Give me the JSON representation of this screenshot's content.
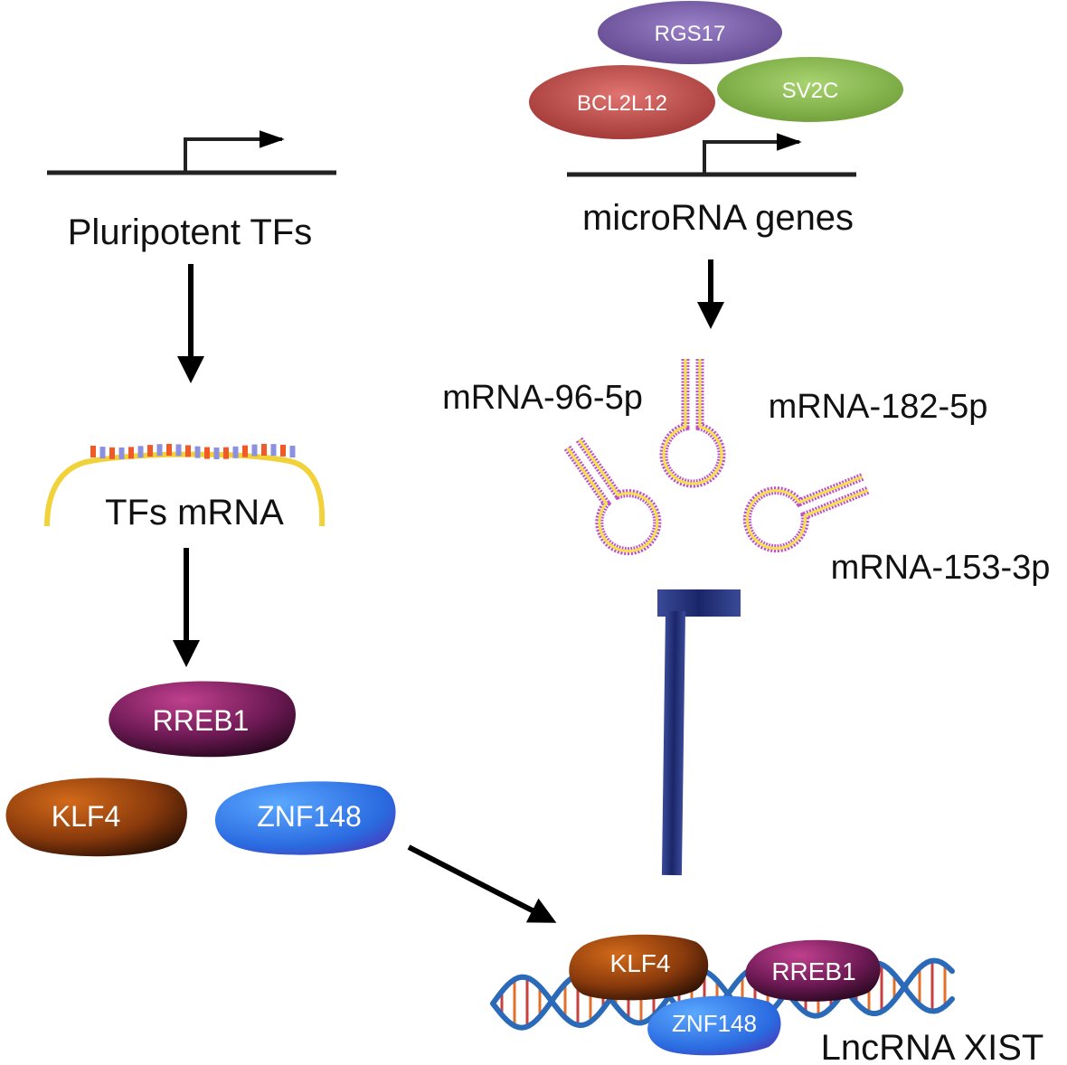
{
  "left_pathway": {
    "gene_label": "Pluripotent TFs",
    "mrna_label": "TFs mRNA",
    "proteins": [
      "RREB1",
      "KLF4",
      "ZNF148"
    ]
  },
  "right_pathway": {
    "regulators": [
      "RGS17",
      "BCL2L12",
      "SV2C"
    ],
    "gene_label": "microRNA genes",
    "mirnas": [
      "mRNA-96-5p",
      "mRNA-182-5p",
      "mRNA-153-3p"
    ]
  },
  "target": {
    "label": "LncRNA XIST",
    "bound_proteins": [
      "KLF4",
      "RREB1",
      "ZNF148"
    ]
  },
  "colors": {
    "rreb1": "#7a1d5c",
    "klf4": "#a04a10",
    "znf148": "#2f6fe0",
    "rgs17": "#7a5aa8",
    "bcl2l12": "#c9504e",
    "sv2c": "#8cbf48",
    "inhibitor": "#2b3a80",
    "hairpin": "#c050c8",
    "hairpin_core": "#f5e24a",
    "mrna_strand": "#f2d23a",
    "dna_backbone": "#2a6ab8"
  }
}
